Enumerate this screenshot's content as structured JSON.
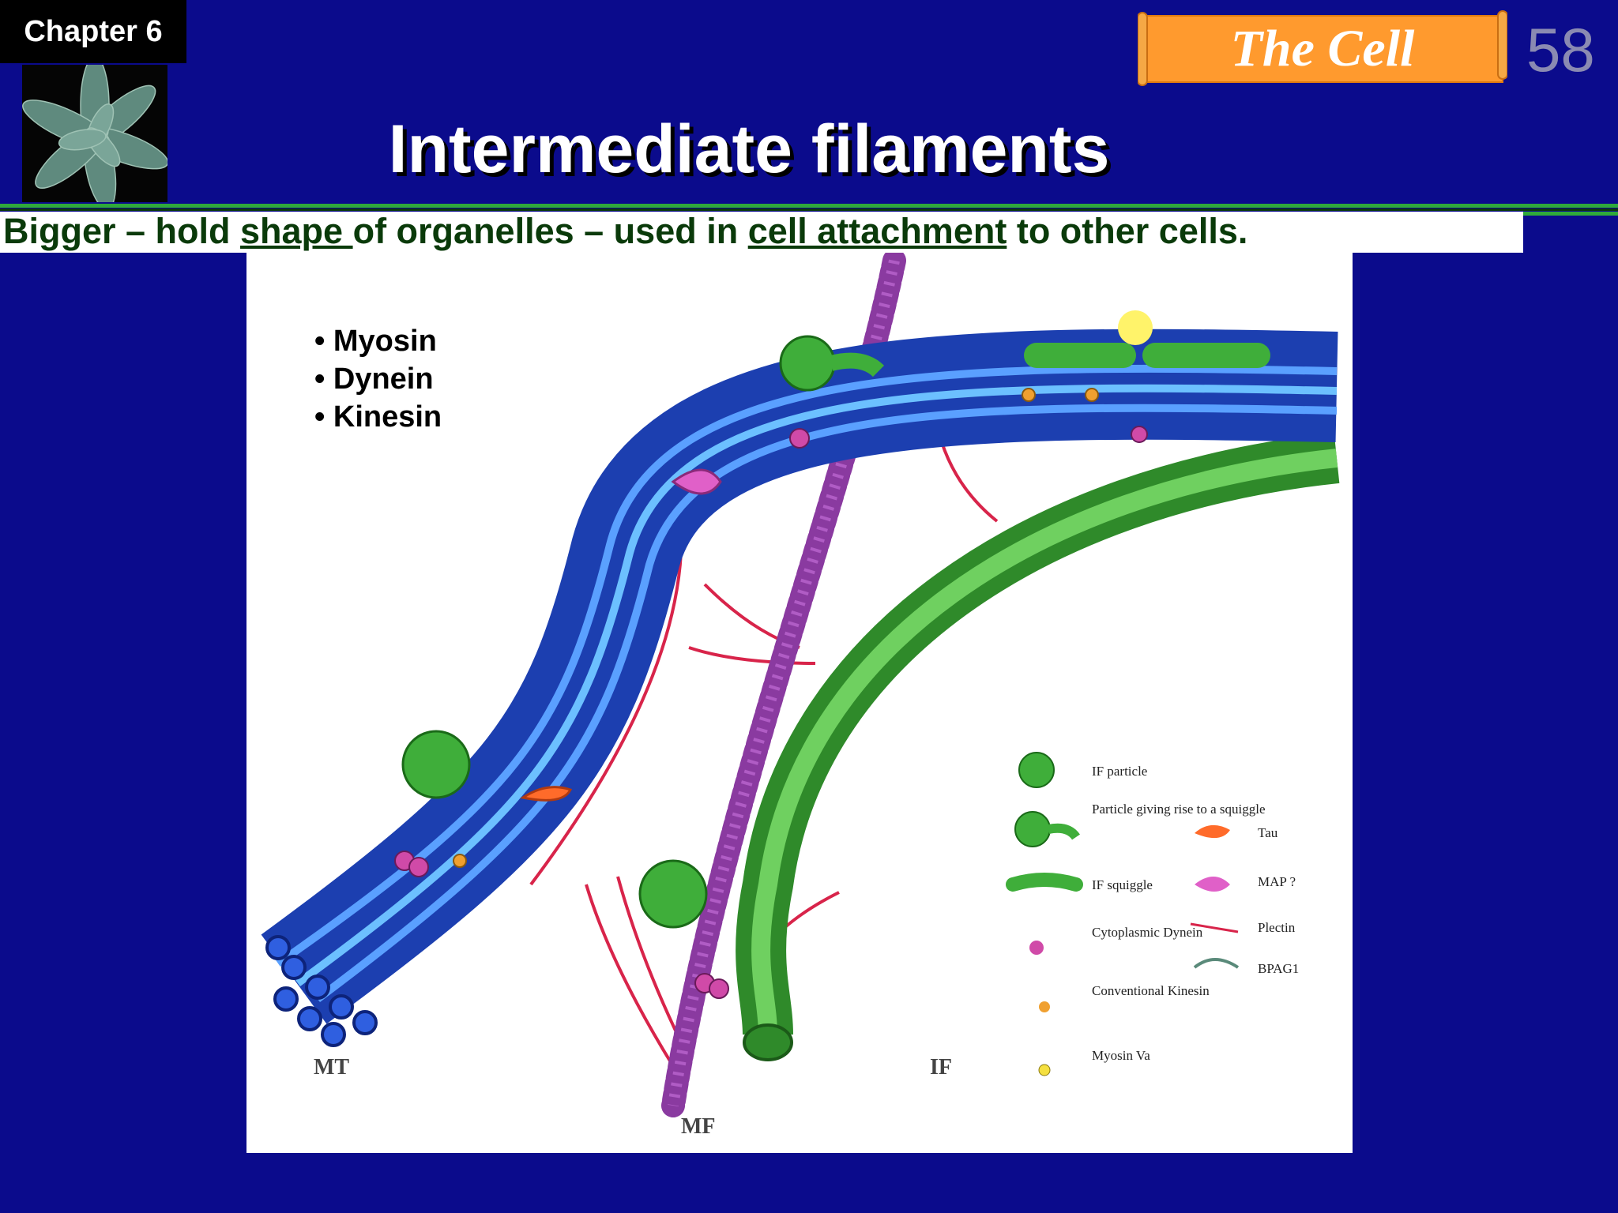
{
  "header": {
    "chapter_label": "Chapter 6",
    "banner_title": "The Cell",
    "page_number": "58"
  },
  "slide": {
    "title": "Intermediate filaments",
    "subtitle": {
      "part1": "Bigger – hold ",
      "underline1": "shape ",
      "part2": "of organelles – used in ",
      "underline2": "cell attachment",
      "part3": " to other cells."
    },
    "bullets": [
      "Myosin",
      "Dynein",
      "Kinesin"
    ]
  },
  "diagram": {
    "labels": {
      "mt": "MT",
      "mf": "MF",
      "if": "IF"
    },
    "legend": [
      {
        "text": "IF particle"
      },
      {
        "text": "Particle giving rise to a squiggle"
      },
      {
        "text": "IF squiggle"
      },
      {
        "text": "Cytoplasmic Dynein"
      },
      {
        "text": "Conventional Kinesin"
      },
      {
        "text": "Myosin Va"
      },
      {
        "text": "Tau"
      },
      {
        "text": "MAP ?"
      },
      {
        "text": "Plectin"
      },
      {
        "text": "BPAG1"
      }
    ]
  },
  "colors": {
    "background": "#0b0b8c",
    "banner": "#ff9a2e",
    "subtitle_text": "#0a3a0a",
    "microtubule": "#2f5fe0",
    "intermediate_filament": "#3fa83a",
    "microfilament": "#8a3aa0",
    "plectin": "#d8244a"
  }
}
